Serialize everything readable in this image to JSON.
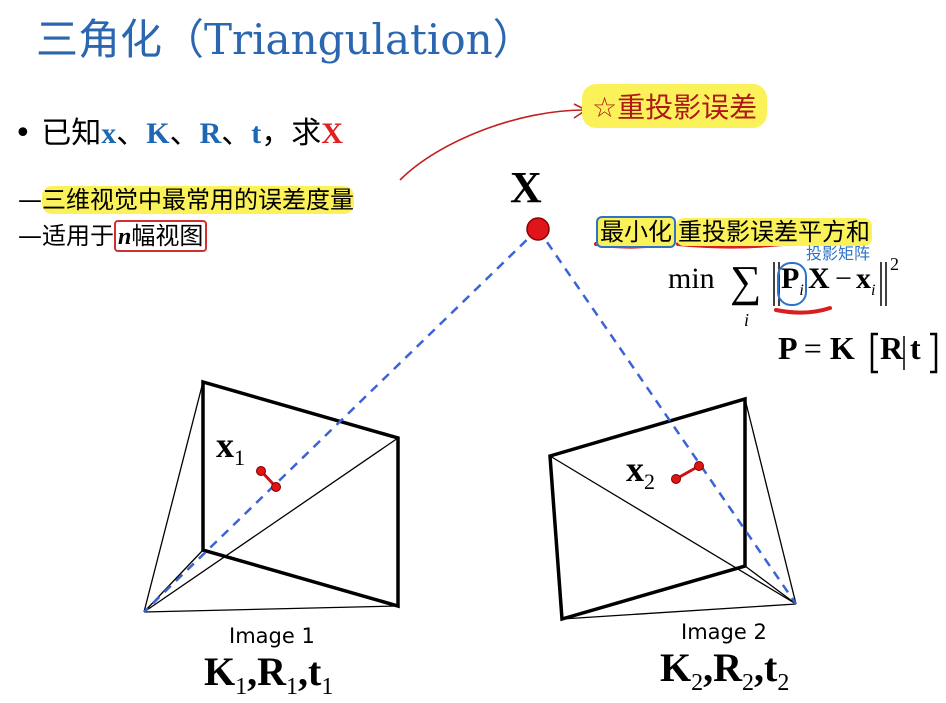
{
  "title": "三角化（Triangulation）",
  "bullet": {
    "marker": "•",
    "prefix": "已知",
    "x": "x",
    "sep1": "、",
    "K": "K",
    "sep2": "、",
    "R": "R",
    "sep3": "、",
    "t": "t",
    "ask": "，求",
    "X": "X"
  },
  "subpoints": {
    "line1_dash": "—",
    "line1_text": "三维视觉中最常用的误差度量",
    "line2_dash": "—",
    "line2_prefix": "适用于",
    "line2_n": "n",
    "line2_suffix": "幅视图"
  },
  "annotation": {
    "stamp": "☆重投影误差",
    "projection_note": "投影矩阵"
  },
  "point_label": "X",
  "objective": {
    "part1": "最小化",
    "part2": "重投影误差平方和",
    "min": "min",
    "sum": "∑",
    "index": "i",
    "P": "P",
    "P_sub": "i",
    "X": "X",
    "minus": "−",
    "x": "x",
    "x_sub": "i",
    "power": "2"
  },
  "projection_eq": {
    "lhs": "P",
    "eq": "=",
    "K": "K",
    "R": "R",
    "t": "t"
  },
  "camera1": {
    "image_label": "Image 1",
    "K": "K",
    "R": "R",
    "t": "t",
    "sub": "1",
    "comma": ",",
    "point": "x",
    "point_sub": "1"
  },
  "camera2": {
    "image_label": "Image 2",
    "K": "K",
    "R": "R",
    "t": "t",
    "sub": "2",
    "comma": ",",
    "point": "x",
    "point_sub": "2"
  },
  "colors": {
    "title": "#2b66b0",
    "accent_blue": "#1c68b5",
    "accent_red": "#e02020",
    "highlight": "#fbf25a",
    "ray": "#3b63d6"
  }
}
